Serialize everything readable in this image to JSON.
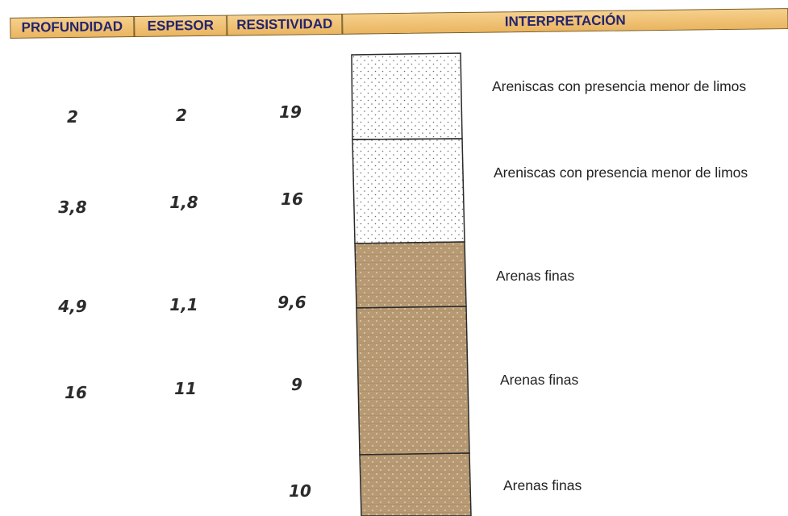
{
  "headers": {
    "profundidad": "PROFUNDIDAD",
    "espesor": "ESPESOR",
    "resistividad": "RESISTIVIDAD",
    "interpretacion": "INTERPRETACIÓN"
  },
  "rows": [
    {
      "profundidad": "2",
      "espesor": "2",
      "resistividad": "19",
      "interpretacion": "Areniscas con presencia menor de limos"
    },
    {
      "profundidad": "3,8",
      "espesor": "1,8",
      "resistividad": "16",
      "interpretacion": "Areniscas con presencia menor de limos"
    },
    {
      "profundidad": "4,9",
      "espesor": "1,1",
      "resistividad": "9,6",
      "interpretacion": "Arenas finas"
    },
    {
      "profundidad": "16",
      "espesor": "11",
      "resistividad": "9",
      "interpretacion": "Arenas finas"
    },
    {
      "profundidad": "",
      "espesor": "",
      "resistividad": "10",
      "interpretacion": "Arenas finas"
    }
  ],
  "column_colors": {
    "sandstone_fill": "#ffffff",
    "sand_fill": "#b79a73",
    "border": "#2a2a2a"
  }
}
